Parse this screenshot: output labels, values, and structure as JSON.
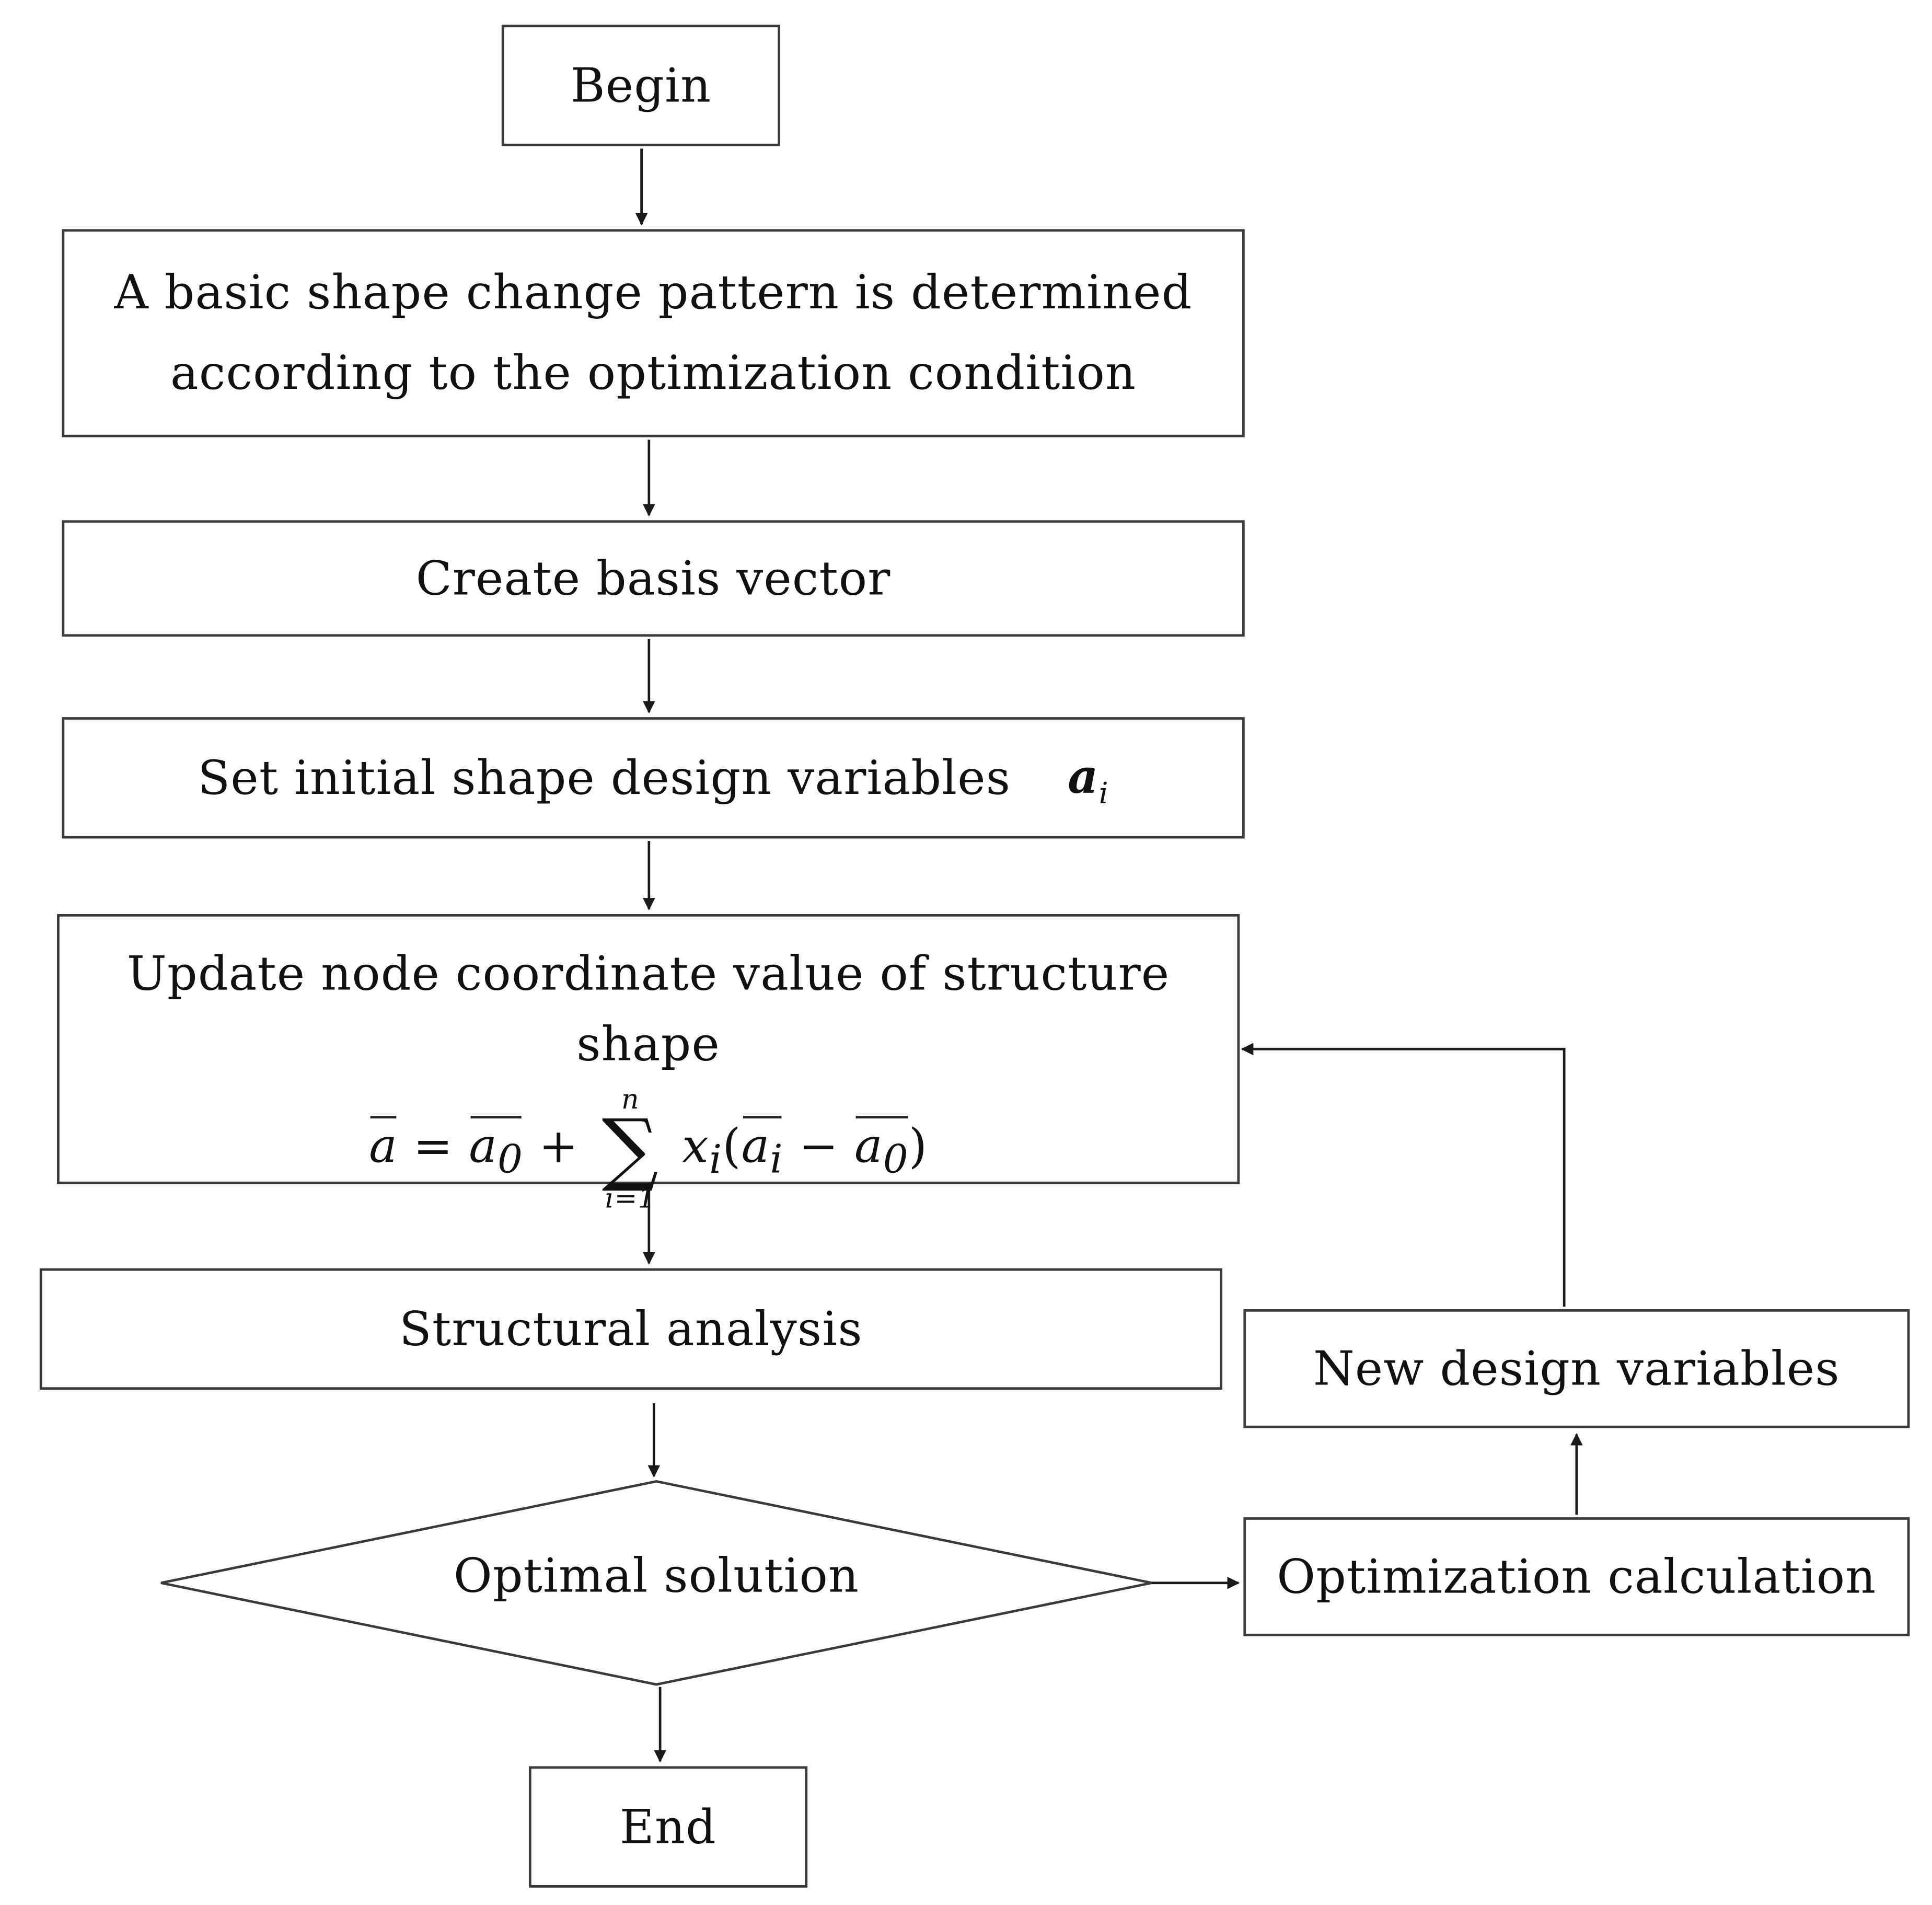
{
  "nodes": {
    "begin": "Begin",
    "determine_pattern": {
      "line1": "A basic shape change pattern is determined",
      "line2": "according to the optimization condition"
    },
    "create_basis": "Create basis vector",
    "set_initial": {
      "text": "Set initial shape design variables",
      "variable": "a",
      "variable_sub": "i"
    },
    "update_node": {
      "text": "Update node coordinate value of structure shape",
      "formula": {
        "lhs": "a",
        "a0": "a",
        "a0_sub": "0",
        "sum_upper": "n",
        "sum_lower": "i=1",
        "sum_symbol": "∑",
        "x": "x",
        "x_sub": "i",
        "ai": "a",
        "ai_sub": "i"
      }
    },
    "structural_analysis": "Structural analysis",
    "optimal_solution": "Optimal solution",
    "end": "End",
    "optimization_calculation": "Optimization calculation",
    "new_design_variables": "New design variables"
  },
  "colors": {
    "stroke": "#3a3a3a",
    "text": "#111111",
    "background": "#ffffff"
  }
}
